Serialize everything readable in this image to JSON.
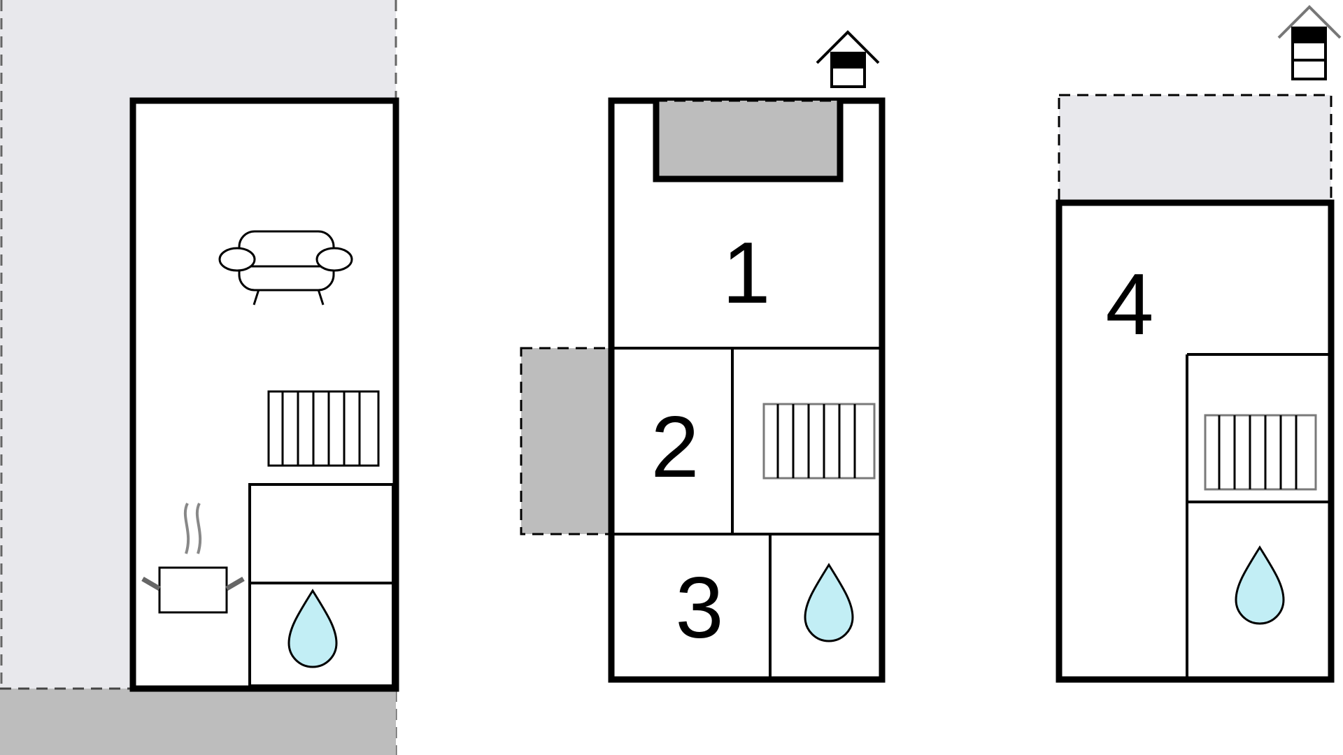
{
  "floorplan": {
    "rooms": [
      {
        "label": "1"
      },
      {
        "label": "2"
      },
      {
        "label": "3"
      },
      {
        "label": "4"
      }
    ],
    "icons": [
      "sofa-icon",
      "radiator-icon",
      "cooking-pot-icon",
      "water-drop-icon",
      "house-floor-indicator-icon"
    ]
  },
  "colors": {
    "wall": "#000000",
    "outdoor_area": "#e8e8ec",
    "terrace": "#bdbdbd",
    "water": "#c2eef5",
    "radiator_gray": "#7a7a7a",
    "background": "#ffffff"
  }
}
